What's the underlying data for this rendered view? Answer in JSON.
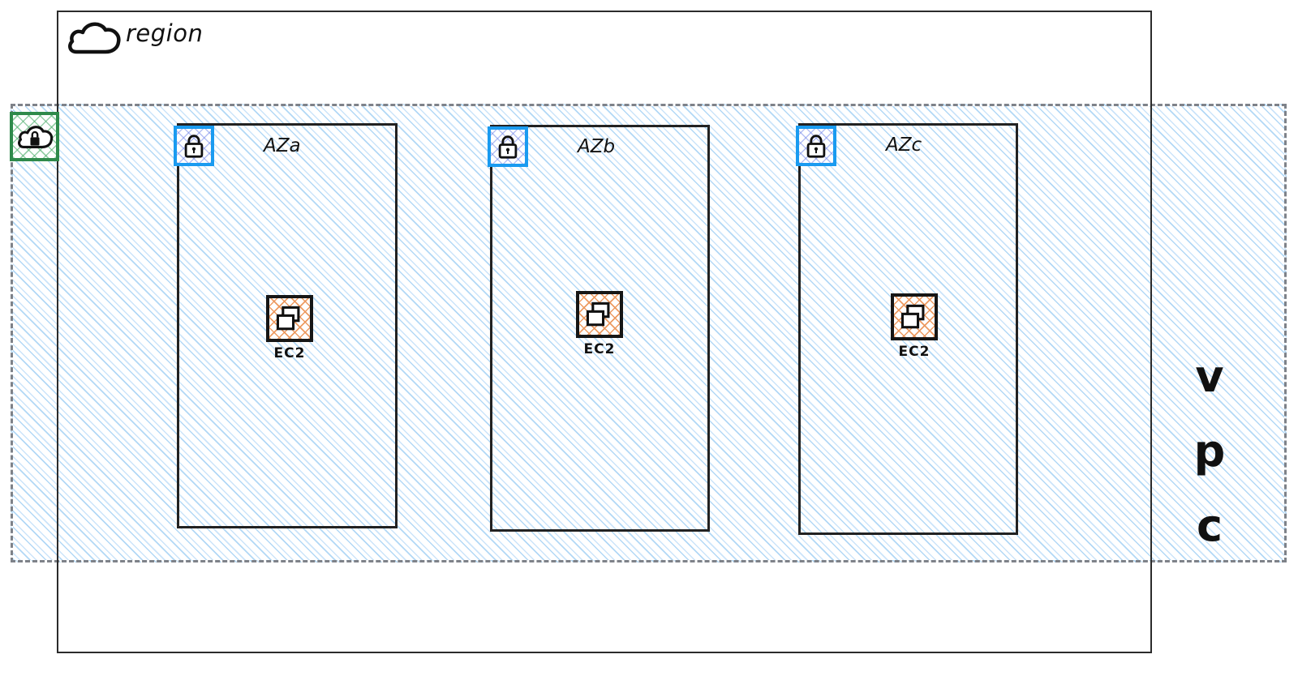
{
  "diagram": {
    "region": {
      "label": "region",
      "icon": "cloud-icon"
    },
    "vpc": {
      "label_letters": [
        "v",
        "p",
        "c"
      ],
      "border_style": "dashed",
      "border_color": "#7e8289",
      "hatch_color": "#a4d1f5"
    },
    "security_cloud": {
      "icon": "cloud-lock-icon",
      "border_color": "#2f8a4b",
      "hatch_color": "#50af6e"
    },
    "availability_zones": [
      {
        "label": "AZa",
        "lock_icon": "lock-icon",
        "lock_border_color": "#1a9bf0",
        "node": {
          "icon": "ec2-icon",
          "label": "EC2"
        }
      },
      {
        "label": "AZb",
        "lock_icon": "lock-icon",
        "lock_border_color": "#1a9bf0",
        "node": {
          "icon": "ec2-icon",
          "label": "EC2"
        }
      },
      {
        "label": "AZc",
        "lock_icon": "lock-icon",
        "lock_border_color": "#1a9bf0",
        "node": {
          "icon": "ec2-icon",
          "label": "EC2"
        }
      }
    ],
    "colors": {
      "region_border": "#2b2b2b",
      "az_border": "#222222",
      "ec2_border": "#161616",
      "ec2_hatch": "#ec965a"
    }
  }
}
